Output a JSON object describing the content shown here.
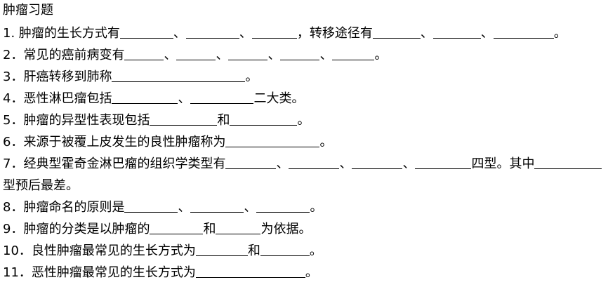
{
  "title": "肿瘤习题",
  "q1": {
    "a": "1. 肿瘤的生长方式有",
    "b": "、",
    "c": "、",
    "d": "，转移途径有",
    "e": "、",
    "f": "、",
    "g": "。"
  },
  "q2": {
    "a": "2．常见的癌前病变有",
    "b": "、",
    "c": "、",
    "d": "、",
    "e": "、",
    "f": "。"
  },
  "q3": {
    "a": "3．肝癌转移到肺称",
    "b": "。"
  },
  "q4": {
    "a": "4．恶性淋巴瘤包括",
    "b": "、",
    "c": "二大类。"
  },
  "q5": {
    "a": "5．肿瘤的异型性表现包括",
    "b": "和",
    "c": "。"
  },
  "q6": {
    "a": "6．来源于被覆上皮发生的良性肿瘤称为",
    "b": "。"
  },
  "q7": {
    "a": "7．经典型霍奇金淋巴瘤的组织学类型有",
    "b": "、",
    "c": "、",
    "d": "、",
    "e": "四型。其中",
    "f": "型预后最差。"
  },
  "q8": {
    "a": "8．肿瘤命名的原则是",
    "b": "、",
    "c": "、",
    "d": "。"
  },
  "q9": {
    "a": "9．肿瘤的分类是以肿瘤的",
    "b": "和",
    "c": "为依据。"
  },
  "q10": {
    "a": "10．良性肿瘤最常见的生长方式为",
    "b": "和",
    "c": "。"
  },
  "q11": {
    "a": "11．恶性肿瘤最常见的生长方式为",
    "b": "。"
  }
}
